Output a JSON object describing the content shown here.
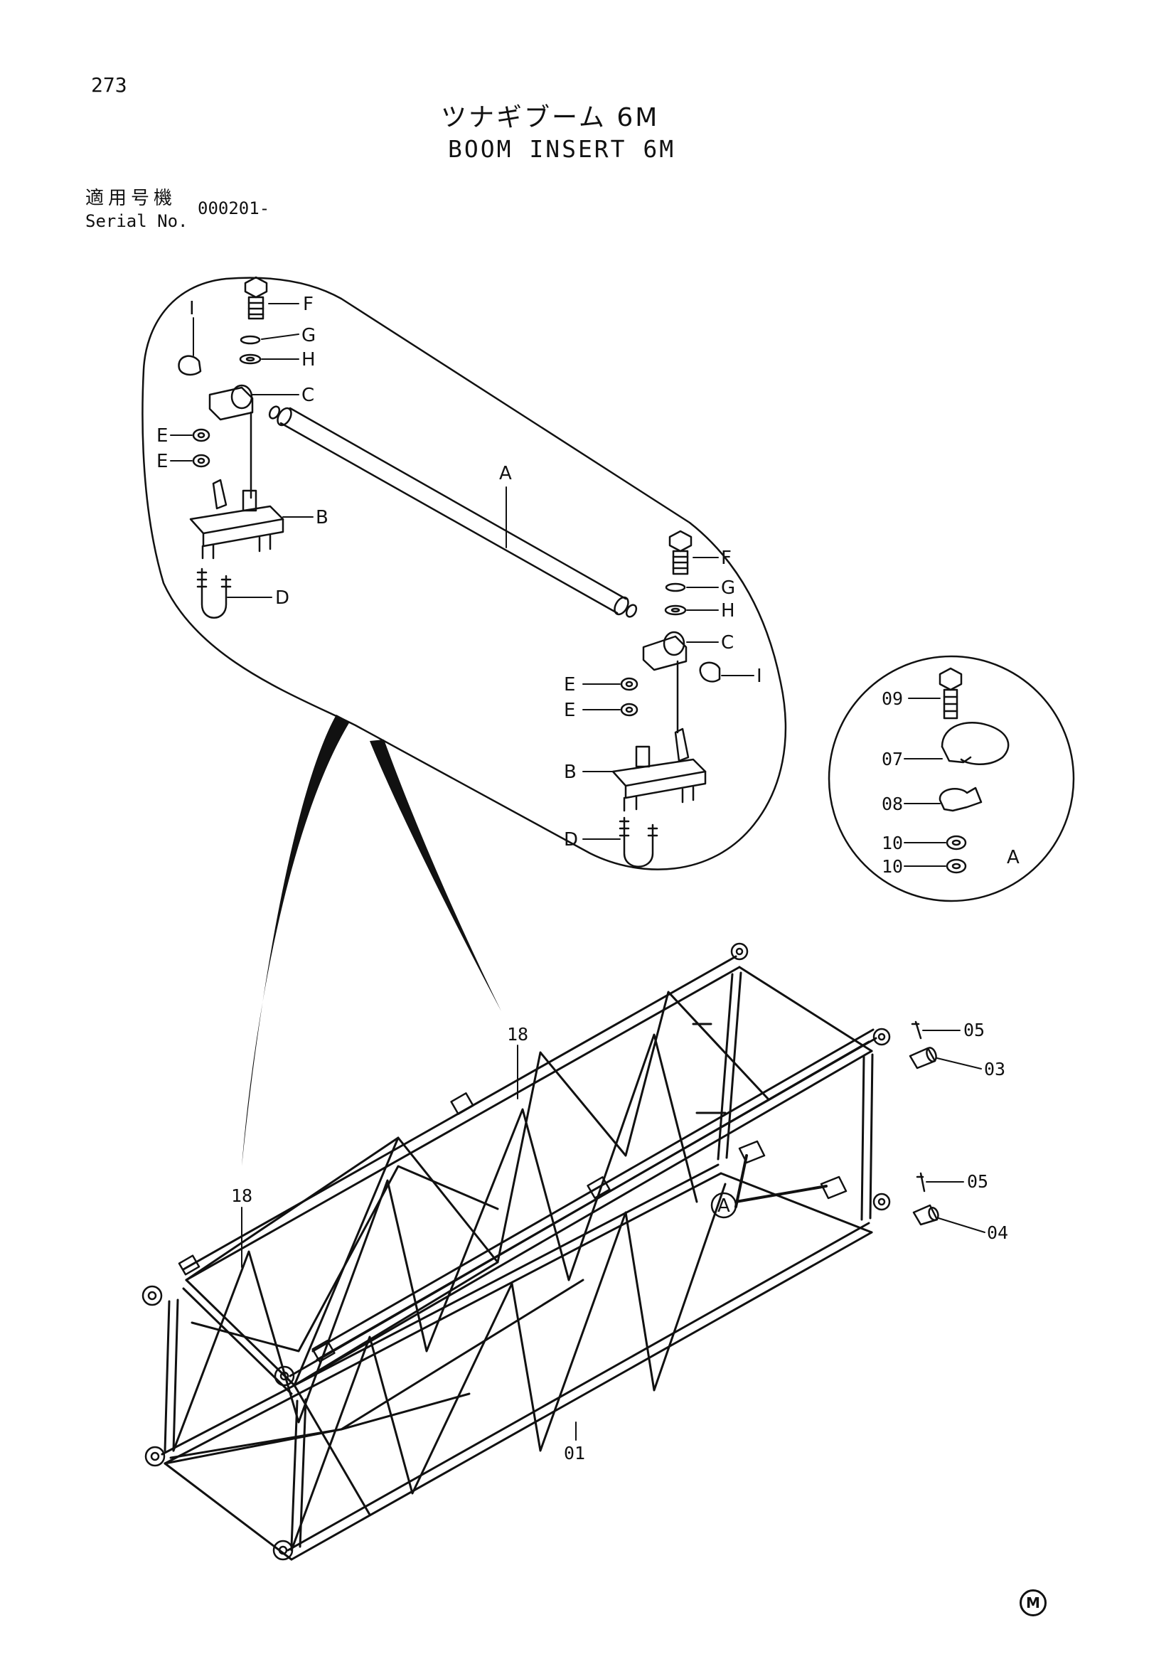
{
  "header": {
    "page_number": "273",
    "title_jp": "ツナギブーム 6M",
    "title_en": "BOOM INSERT 6M",
    "serial_label_jp": "適用号機",
    "serial_label_en": "Serial No.",
    "serial_value": "000201-"
  },
  "detail_a": {
    "labels": {
      "a": "A",
      "b": "B",
      "c": "C",
      "d": "D",
      "e": "E",
      "f": "F",
      "g": "G",
      "h": "H",
      "i": "I"
    }
  },
  "detail_circle": {
    "callout": "A",
    "labels": {
      "p09": "09",
      "p07": "07",
      "p08": "08",
      "p10": "10"
    }
  },
  "main_assembly": {
    "labels": {
      "p01": "01",
      "p03": "03",
      "p04": "04",
      "p05": "05",
      "p18": "18",
      "ref_a": "A"
    }
  },
  "footer": {
    "mark": "M"
  }
}
